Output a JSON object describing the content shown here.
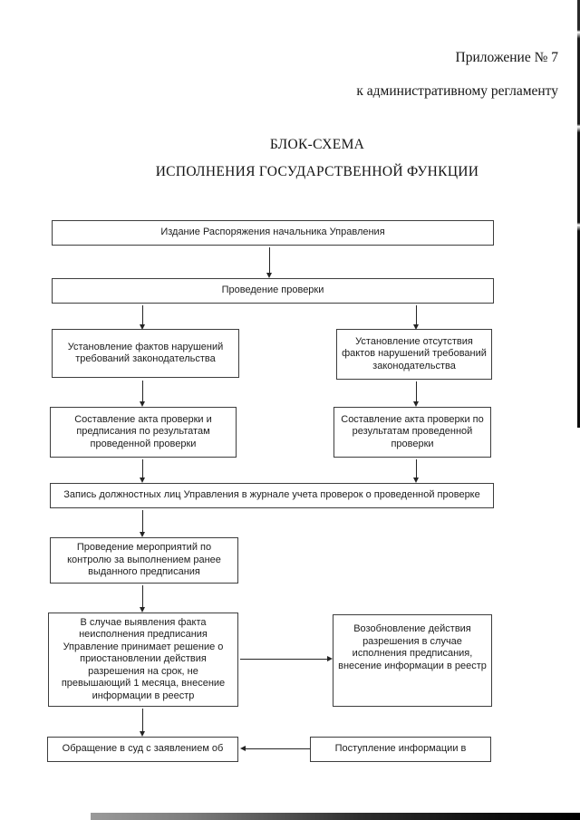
{
  "document": {
    "appendix_label": "Приложение № 7",
    "appendix_sublabel": "к административному регламенту",
    "title_line1": "БЛОК-СХЕМА",
    "title_line2": "ИСПОЛНЕНИЯ ГОСУДАРСТВЕННОЙ ФУНКЦИИ"
  },
  "flowchart": {
    "nodes": {
      "issue_order": {
        "text": "Издание Распоряжения начальника Управления"
      },
      "inspection": {
        "text": "Проведение проверки"
      },
      "violations_found": {
        "text": "Установление фактов нарушений требований законодательства"
      },
      "violations_absent": {
        "text": "Установление отсутствия фактов нарушений требований законодательства"
      },
      "act_and_order": {
        "text": "Составление акта проверки и предписания по результатам проведенной проверки"
      },
      "act_only": {
        "text": "Составление акта проверки по результатам проведенной проверки"
      },
      "journal_record": {
        "text": "Запись должностных лиц Управления в журнале учета проверок о проведенной проверке"
      },
      "control_measures": {
        "text": "Проведение мероприятий по контролю за выполнением ранее выданного предписания"
      },
      "suspension_decision": {
        "text": "В случае выявления факта неисполнения предписания Управление принимает решение о приостановлении действия разрешения на срок, не превышающий 1 месяца, внесение информации в реестр"
      },
      "resumption": {
        "text": "Возобновление действия разрешения в случае исполнения предписания, внесение информации в реестр"
      },
      "court_appeal": {
        "text": "Обращение в суд с заявлением об"
      },
      "info_received": {
        "text": "Поступление информации в"
      }
    },
    "edges": [
      {
        "from": "issue_order",
        "to": "inspection"
      },
      {
        "from": "inspection",
        "to": "violations_found"
      },
      {
        "from": "inspection",
        "to": "violations_absent"
      },
      {
        "from": "violations_found",
        "to": "act_and_order"
      },
      {
        "from": "violations_absent",
        "to": "act_only"
      },
      {
        "from": "act_and_order",
        "to": "journal_record"
      },
      {
        "from": "act_only",
        "to": "journal_record"
      },
      {
        "from": "journal_record",
        "to": "control_measures"
      },
      {
        "from": "control_measures",
        "to": "suspension_decision"
      },
      {
        "from": "suspension_decision",
        "to": "resumption"
      },
      {
        "from": "suspension_decision",
        "to": "court_appeal"
      },
      {
        "from": "info_received",
        "to": "court_appeal"
      }
    ]
  },
  "colors": {
    "ink": "#1c1c1c",
    "box_border": "#3d3d3d",
    "page_bg": "#ffffff"
  }
}
